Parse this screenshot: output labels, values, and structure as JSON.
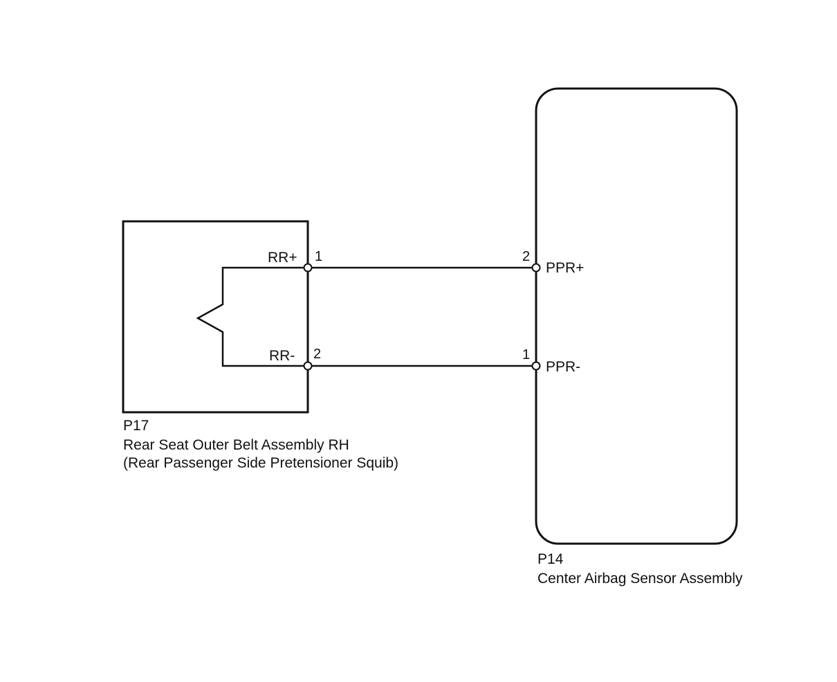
{
  "connectors": {
    "left": {
      "code": "P17",
      "name": "Rear Seat Outer Belt Assembly RH",
      "subname": "(Rear Passenger Side Pretensioner Squib)",
      "terminals": [
        {
          "signal": "RR+",
          "pin": "1"
        },
        {
          "signal": "RR-",
          "pin": "2"
        }
      ]
    },
    "right": {
      "code": "P14",
      "name": "Center Airbag Sensor Assembly",
      "terminals": [
        {
          "signal": "PPR+",
          "pin": "2"
        },
        {
          "signal": "PPR-",
          "pin": "1"
        }
      ]
    }
  },
  "wires": [
    {
      "from": "P17-1 RR+",
      "to": "P14-2 PPR+"
    },
    {
      "from": "P17-2 RR-",
      "to": "P14-1 PPR-"
    }
  ]
}
